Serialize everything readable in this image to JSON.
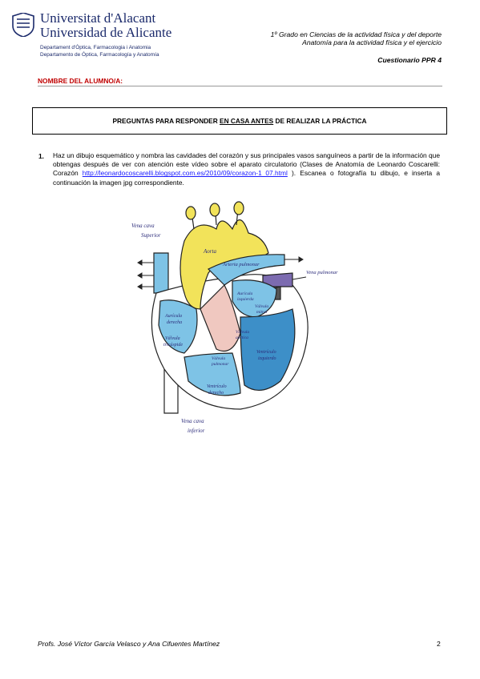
{
  "header": {
    "university_line1": "Universitat d'Alacant",
    "university_line2": "Universidad de Alicante",
    "department_line1": "Departament d'Òptica, Farmacologia i Anatomia",
    "department_line2": "Departamento de Óptica, Farmacología y Anatomía",
    "course_line1": "1º  Grado en Ciencias de la actividad física y del deporte",
    "course_line2": "Anatomía para la actividad física y el ejercicio",
    "questionnaire": "Cuestionario PPR 4"
  },
  "student_label": "NOMBRE DEL ALUMNO/A:",
  "section": {
    "title_before": "PREGUNTAS PARA RESPONDER ",
    "title_underlined": "EN CASA ANTES",
    "title_after": " DE REALIZAR LA PRÁCTICA"
  },
  "question": {
    "number": "1.",
    "text_before": "Haz un dibujo esquemático y nombra las cavidades del corazón y sus principales vasos sanguíneos a partir de la información que obtengas después de ver con atención este vídeo sobre el aparato circulatorio (Clases de Anatomía de Leonardo Coscarelli: Corazón ",
    "link": "http://leonardocoscarelli.blogspot.com.es/2010/09/corazon-1_07.html",
    "text_after": " ). Escanea o fotografía tu dibujo, e inserta a continuación la imagen jpg correspondiente."
  },
  "drawing_labels": {
    "vena_cava_sup_1": "Vena cava",
    "vena_cava_sup_2": "Superior",
    "aorta": "Aorta",
    "arteria_pulmonar": "Arteria pulmonar",
    "vena_pulmonar": "Vena pulmonar",
    "auricula_izq_1": "Aurícula",
    "auricula_izq_2": "izquierda",
    "valvula_mitral_1": "Válvula",
    "valvula_mitral_2": "mitral",
    "auricula_der_1": "Aurícula",
    "auricula_der_2": "derecha",
    "valvula_tric_1": "Válvula",
    "valvula_tric_2": "tricúspide",
    "valvula_aortica_1": "Válvula",
    "valvula_aortica_2": "aórtica",
    "ventriculo_izq_1": "Ventrículo",
    "ventriculo_izq_2": "izquierdo",
    "valvula_pulmonar_1": "Válvula",
    "valvula_pulmonar_2": "pulmonar",
    "ventriculo_der_1": "Ventrículo",
    "ventriculo_der_2": "derecho",
    "vena_cava_inf_1": "Vena cava",
    "vena_cava_inf_2": "inferior"
  },
  "colors": {
    "aorta_yellow": "#f2e35a",
    "blood_blue": "#7ec3e6",
    "dark_blue": "#3d8fc8",
    "pulmonary_purple": "#7c6bb0",
    "septum_pink": "#f0c8c0",
    "label_ink": "#2b2b7a",
    "student_red": "#c00000",
    "link_blue": "#1a1aff",
    "logo_blue": "#1b2a6b"
  },
  "footer": {
    "professors": "Profs. José Víctor García Velasco y Ana Cifuentes Martínez",
    "page_number": "2"
  }
}
